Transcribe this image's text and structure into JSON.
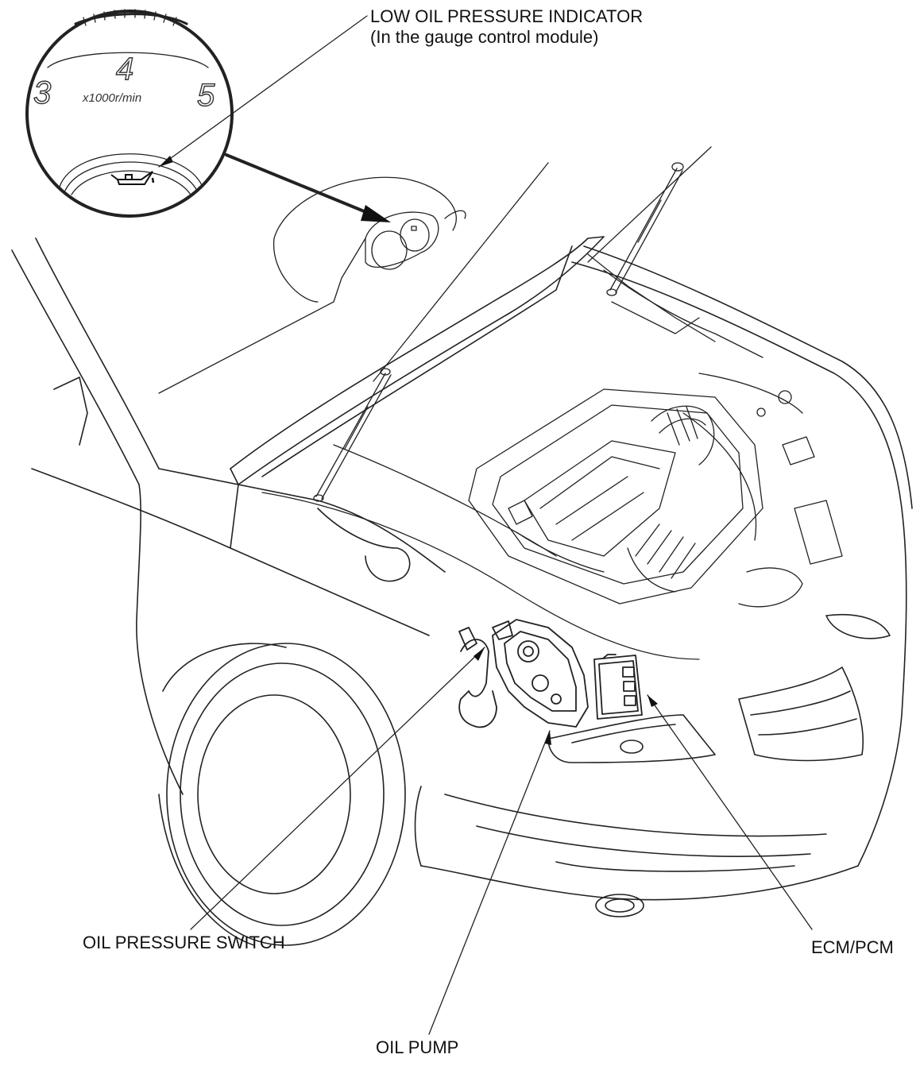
{
  "callouts": {
    "low_oil_pressure_indicator": {
      "line1": "LOW OIL PRESSURE INDICATOR",
      "line2": "(In the gauge control module)"
    },
    "oil_pressure_switch": "OIL PRESSURE SWITCH",
    "ecm_pcm": "ECM/PCM",
    "oil_pump": "OIL PUMP"
  },
  "gauge_inset": {
    "tick_3": "3",
    "tick_4": "4",
    "tick_5": "5",
    "unit": "x1000r/min",
    "icon": "oil-can-icon"
  }
}
